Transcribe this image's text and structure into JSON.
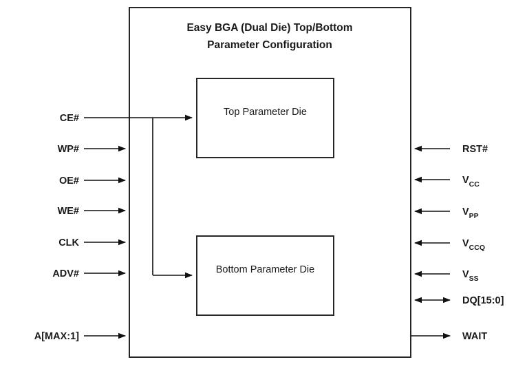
{
  "diagram": {
    "title_line1": "Easy BGA (Dual Die) Top/Bottom",
    "title_line2": "Parameter Configuration",
    "colors": {
      "outline": "#262626",
      "connector": "#111111",
      "text": "#1a1a1a",
      "background": "#ffffff"
    },
    "blocks": [
      {
        "id": "top-die",
        "label": "Top Parameter Die"
      },
      {
        "id": "bottom-die",
        "label": "Bottom Parameter Die"
      }
    ],
    "left_pins": [
      {
        "name": "CE#",
        "label": "CE#",
        "direction": "input"
      },
      {
        "name": "WP#",
        "label": "WP#",
        "direction": "input"
      },
      {
        "name": "OE#",
        "label": "OE#",
        "direction": "input"
      },
      {
        "name": "WE#",
        "label": "WE#",
        "direction": "input"
      },
      {
        "name": "CLK",
        "label": "CLK",
        "direction": "input"
      },
      {
        "name": "ADV#",
        "label": "ADV#",
        "direction": "input"
      },
      {
        "name": "A[MAX:1]",
        "label": "A[MAX:1]",
        "direction": "input"
      }
    ],
    "right_pins": [
      {
        "name": "RST#",
        "base": "RST#",
        "subscript": "",
        "direction": "input"
      },
      {
        "name": "VCC",
        "base": "V",
        "subscript": "CC",
        "direction": "input"
      },
      {
        "name": "VPP",
        "base": "V",
        "subscript": "PP",
        "direction": "input"
      },
      {
        "name": "VCCQ",
        "base": "V",
        "subscript": "CCQ",
        "direction": "input"
      },
      {
        "name": "VSS",
        "base": "V",
        "subscript": "SS",
        "direction": "input"
      },
      {
        "name": "DQ[15:0]",
        "base": "DQ[15:0]",
        "subscript": "",
        "direction": "bidirectional"
      },
      {
        "name": "WAIT",
        "base": "WAIT",
        "subscript": "",
        "direction": "output"
      }
    ]
  }
}
